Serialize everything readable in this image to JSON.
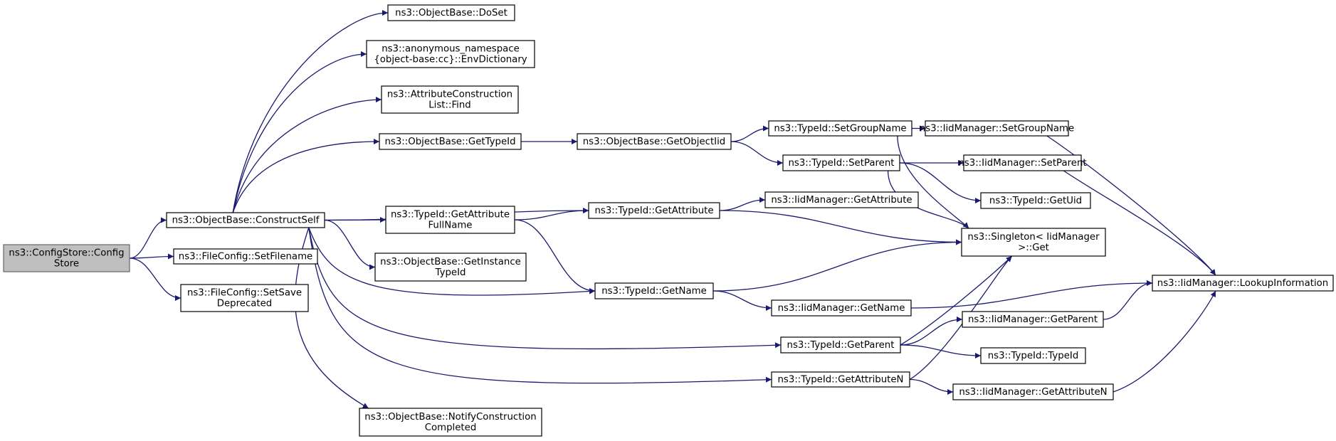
{
  "diagram": {
    "title": "",
    "nodes": [
      {
        "id": "n_root",
        "lines": [
          "ns3::ConfigStore::Config",
          "Store"
        ],
        "root": true
      },
      {
        "id": "n_construct",
        "lines": [
          "ns3::ObjectBase::ConstructSelf"
        ]
      },
      {
        "id": "n_setfilename",
        "lines": [
          "ns3::FileConfig::SetFilename"
        ]
      },
      {
        "id": "n_setsave",
        "lines": [
          "ns3::FileConfig::SetSave",
          "Deprecated"
        ]
      },
      {
        "id": "n_doset",
        "lines": [
          "ns3::ObjectBase::DoSet"
        ]
      },
      {
        "id": "n_envdict",
        "lines": [
          "ns3::anonymous_namespace",
          "{object-base:cc}::EnvDictionary"
        ]
      },
      {
        "id": "n_acfind",
        "lines": [
          "ns3::AttributeConstruction",
          "List::Find"
        ]
      },
      {
        "id": "n_gettypeid",
        "lines": [
          "ns3::ObjectBase::GetTypeId"
        ]
      },
      {
        "id": "n_getattrfull",
        "lines": [
          "ns3::TypeId::GetAttribute",
          "FullName"
        ]
      },
      {
        "id": "n_getinstance",
        "lines": [
          "ns3::ObjectBase::GetInstance",
          "TypeId"
        ]
      },
      {
        "id": "n_notify",
        "lines": [
          "ns3::ObjectBase::NotifyConstruction",
          "Completed"
        ]
      },
      {
        "id": "n_getobjectiid",
        "lines": [
          "ns3::ObjectBase::GetObjectIid"
        ]
      },
      {
        "id": "n_getattribute",
        "lines": [
          "ns3::TypeId::GetAttribute"
        ]
      },
      {
        "id": "n_getname",
        "lines": [
          "ns3::TypeId::GetName"
        ]
      },
      {
        "id": "n_setgroupname",
        "lines": [
          "ns3::TypeId::SetGroupName"
        ]
      },
      {
        "id": "n_setparent",
        "lines": [
          "ns3::TypeId::SetParent"
        ]
      },
      {
        "id": "n_iid_getattribute",
        "lines": [
          "ns3::IidManager::GetAttribute"
        ]
      },
      {
        "id": "n_iid_getname",
        "lines": [
          "ns3::IidManager::GetName"
        ]
      },
      {
        "id": "n_getparent",
        "lines": [
          "ns3::TypeId::GetParent"
        ]
      },
      {
        "id": "n_getattributen",
        "lines": [
          "ns3::TypeId::GetAttributeN"
        ]
      },
      {
        "id": "n_iid_setgroupname",
        "lines": [
          "ns3::IidManager::SetGroupName"
        ]
      },
      {
        "id": "n_iid_setparent",
        "lines": [
          "ns3::IidManager::SetParent"
        ]
      },
      {
        "id": "n_getuid",
        "lines": [
          "ns3::TypeId::GetUid"
        ]
      },
      {
        "id": "n_singleton",
        "lines": [
          "ns3::Singleton< IidManager",
          ">::Get"
        ]
      },
      {
        "id": "n_iid_getparent",
        "lines": [
          "ns3::IidManager::GetParent"
        ]
      },
      {
        "id": "n_typeid",
        "lines": [
          "ns3::TypeId::TypeId"
        ]
      },
      {
        "id": "n_iid_getattributen",
        "lines": [
          "ns3::IidManager::GetAttributeN"
        ]
      },
      {
        "id": "n_lookup",
        "lines": [
          "ns3::IidManager::LookupInformation"
        ]
      }
    ],
    "edges": [
      {
        "from": "n_root",
        "to": "n_construct"
      },
      {
        "from": "n_root",
        "to": "n_setfilename"
      },
      {
        "from": "n_root",
        "to": "n_setsave"
      },
      {
        "from": "n_construct",
        "to": "n_doset"
      },
      {
        "from": "n_construct",
        "to": "n_envdict"
      },
      {
        "from": "n_construct",
        "to": "n_acfind"
      },
      {
        "from": "n_construct",
        "to": "n_gettypeid"
      },
      {
        "from": "n_construct",
        "to": "n_getattribute"
      },
      {
        "from": "n_construct",
        "to": "n_getattrfull"
      },
      {
        "from": "n_construct",
        "to": "n_getinstance"
      },
      {
        "from": "n_construct",
        "to": "n_getname"
      },
      {
        "from": "n_construct",
        "to": "n_getparent"
      },
      {
        "from": "n_construct",
        "to": "n_getattributen"
      },
      {
        "from": "n_construct",
        "to": "n_notify"
      },
      {
        "from": "n_gettypeid",
        "to": "n_getobjectiid"
      },
      {
        "from": "n_getobjectiid",
        "to": "n_setgroupname"
      },
      {
        "from": "n_getobjectiid",
        "to": "n_setparent"
      },
      {
        "from": "n_getattrfull",
        "to": "n_getattribute"
      },
      {
        "from": "n_getattrfull",
        "to": "n_getname"
      },
      {
        "from": "n_getattribute",
        "to": "n_iid_getattribute"
      },
      {
        "from": "n_getattribute",
        "to": "n_singleton"
      },
      {
        "from": "n_setgroupname",
        "to": "n_iid_setgroupname"
      },
      {
        "from": "n_setgroupname",
        "to": "n_singleton"
      },
      {
        "from": "n_setparent",
        "to": "n_iid_setparent"
      },
      {
        "from": "n_setparent",
        "to": "n_getuid"
      },
      {
        "from": "n_setparent",
        "to": "n_singleton"
      },
      {
        "from": "n_getname",
        "to": "n_singleton"
      },
      {
        "from": "n_getname",
        "to": "n_iid_getname"
      },
      {
        "from": "n_iid_getname",
        "to": "n_lookup"
      },
      {
        "from": "n_getparent",
        "to": "n_singleton"
      },
      {
        "from": "n_getparent",
        "to": "n_iid_getparent"
      },
      {
        "from": "n_getparent",
        "to": "n_typeid"
      },
      {
        "from": "n_getattributen",
        "to": "n_singleton"
      },
      {
        "from": "n_getattributen",
        "to": "n_iid_getattributen"
      },
      {
        "from": "n_iid_setgroupname",
        "to": "n_lookup"
      },
      {
        "from": "n_iid_setparent",
        "to": "n_lookup"
      },
      {
        "from": "n_iid_getparent",
        "to": "n_lookup"
      },
      {
        "from": "n_iid_getattributen",
        "to": "n_lookup"
      }
    ]
  }
}
